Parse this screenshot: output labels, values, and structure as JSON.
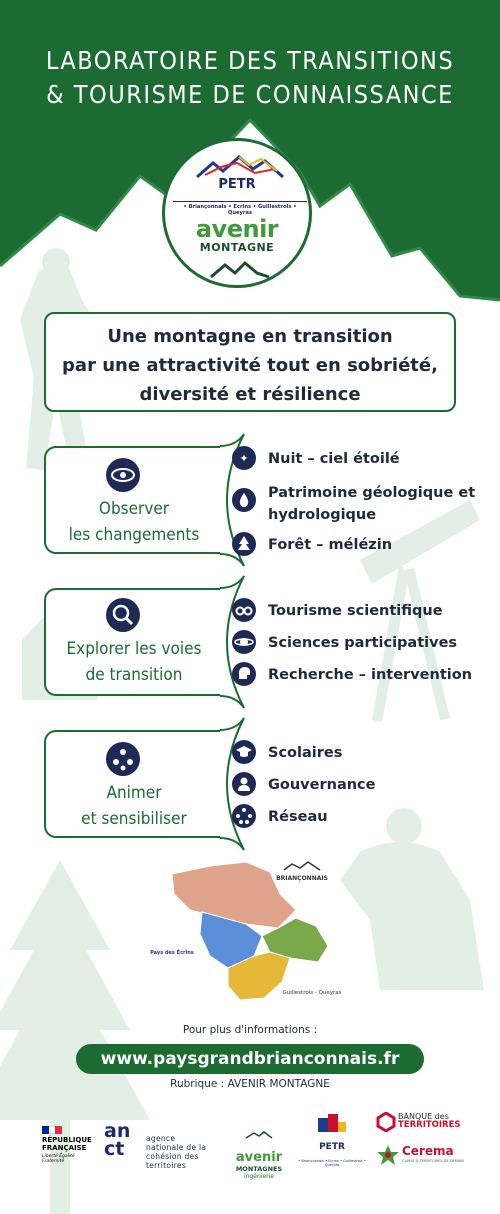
{
  "header": {
    "title_line1": "LABORATOIRE DES TRANSITIONS",
    "title_line2": "& TOURISME DE CONNAISSANCE"
  },
  "logo": {
    "petr": "PETR",
    "subtitle": "• Briançonnais • Ecrins • Guillestrois • Queyras",
    "avenir": "avenir",
    "montagne": "MONTAGNE"
  },
  "tagline": {
    "line1": "Une montagne en transition",
    "line2": "par une attractivité tout en sobriété,",
    "line3": "diversité et résilience"
  },
  "themes": [
    {
      "title_line1": "Observer",
      "title_line2": "les changements",
      "icon": "eye-icon",
      "items": [
        {
          "label": "Nuit – ciel étoilé",
          "icon": "starry-sky-icon"
        },
        {
          "label": "Patrimoine géologique et hydrologique",
          "icon": "water-drop-icon"
        },
        {
          "label": "Forêt – mélézin",
          "icon": "larch-tree-icon"
        }
      ]
    },
    {
      "title_line1": "Explorer les voies",
      "title_line2": "de transition",
      "icon": "magnifier-icon",
      "items": [
        {
          "label": "Tourisme scientifique",
          "icon": "binoculars-icon"
        },
        {
          "label": "Sciences participatives",
          "icon": "planet-icon"
        },
        {
          "label": "Recherche – intervention",
          "icon": "brain-icon"
        }
      ]
    },
    {
      "title_line1": "Animer",
      "title_line2": "et sensibiliser",
      "icon": "community-icon",
      "items": [
        {
          "label": "Scolaires",
          "icon": "graduation-cap-icon"
        },
        {
          "label": "Gouvernance",
          "icon": "people-icon"
        },
        {
          "label": "Réseau",
          "icon": "network-icon"
        }
      ]
    }
  ],
  "map": {
    "label_brianconnais": "BRIANÇONNAIS",
    "label_ecrins": "Pays des Écrins",
    "label_guillestrois": "Guillestrois - Queyras",
    "colors": {
      "brianconnais": "#e0a48c",
      "ecrins": "#5b8fd9",
      "queyras": "#7aa84a",
      "guillestrois": "#e6b83a"
    }
  },
  "footer": {
    "more_info": "Pour plus d'informations :",
    "url": "www.paysgrandbrianconnais.fr",
    "rubrique": "Rubrique : AVENIR MONTAGNE"
  },
  "partners": {
    "rf_title": "RÉPUBLIQUE FRANÇAISE",
    "rf_motto": "Liberté Égalité Fraternité",
    "anct_mark": "an ct",
    "anct_text": "agence nationale de la cohésion des territoires",
    "am_avenir": "avenir",
    "am_montagnes": "MONTAGNES",
    "am_ingenierie": "ingénierie",
    "petr": "PETR",
    "petr_sub": "• Briançonnais • Ecrins • Guillestrois • Queyras",
    "bdt_line1": "BANQUE des",
    "bdt_line2": "TERRITOIRES",
    "cerema": "Cerema",
    "cerema_sub": "CLIMAT & TERRITOIRES DE DEMAIN"
  },
  "colors": {
    "green": "#1b6b33",
    "navy": "#1e2a55",
    "text": "#1f2a3a"
  }
}
